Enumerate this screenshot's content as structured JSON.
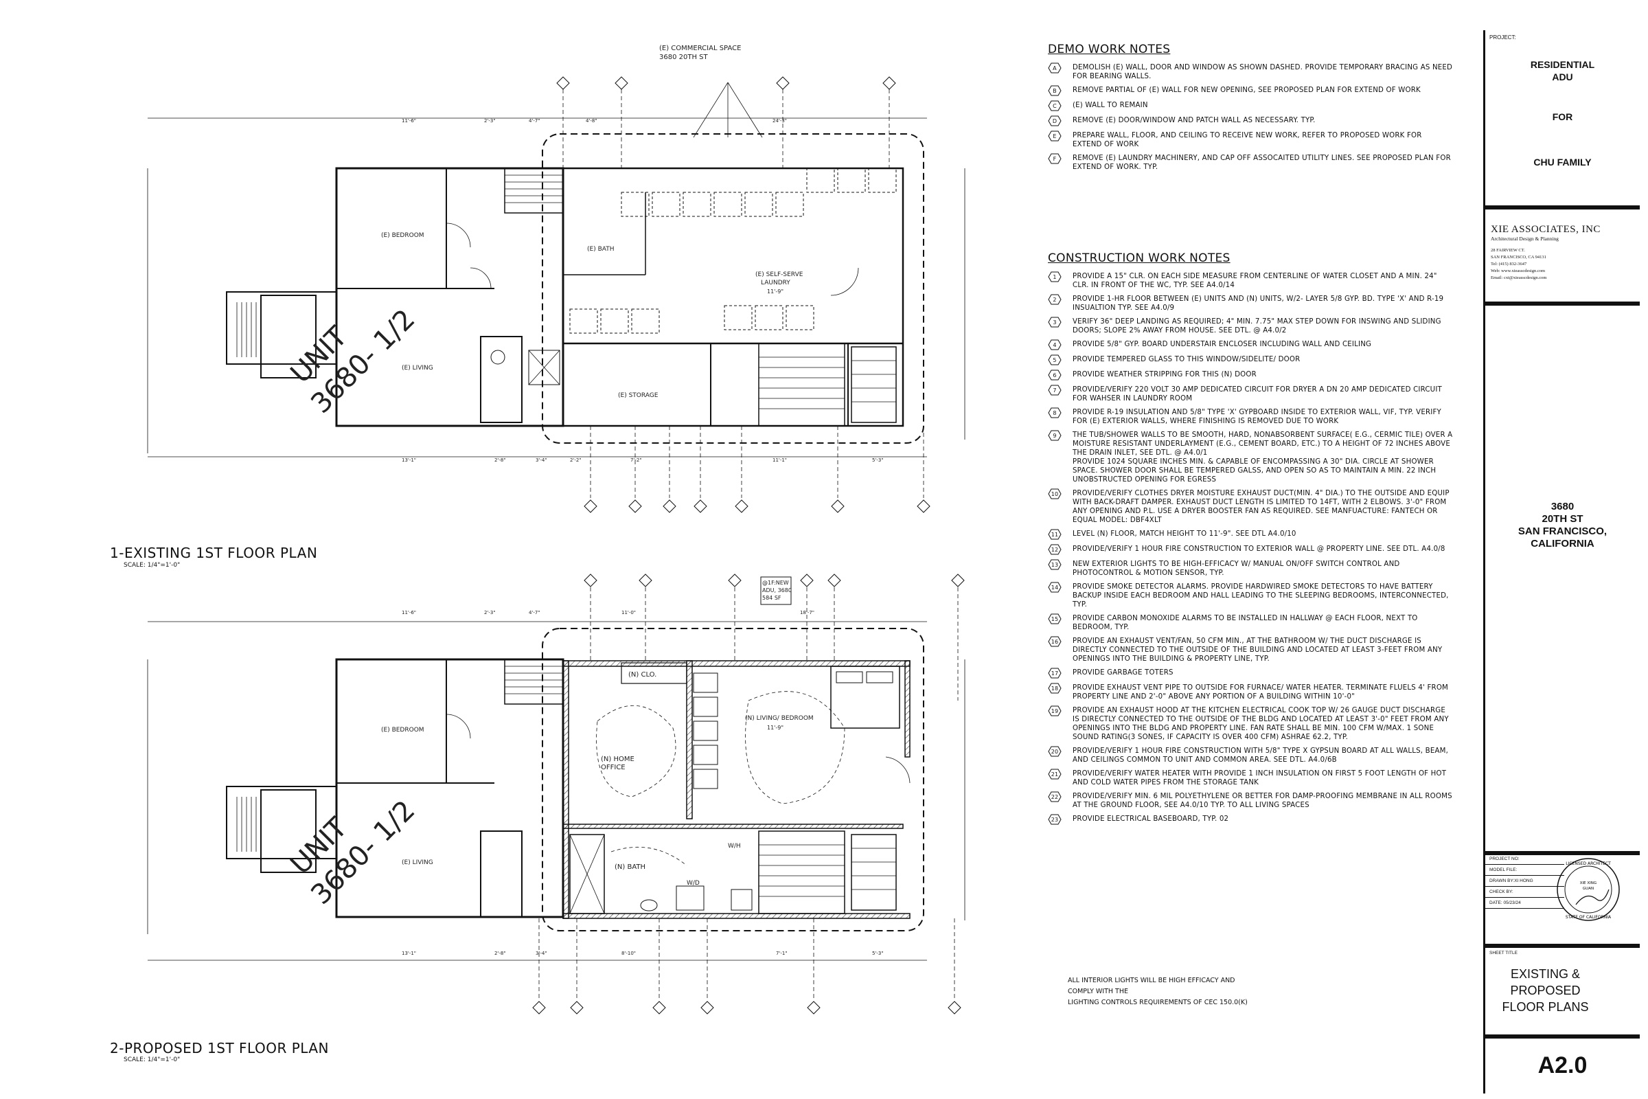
{
  "plans": {
    "existing": {
      "title": "1-EXISTING 1ST FLOOR PLAN",
      "scale": "SCALE: 1/4\"=1'-0\"",
      "commercial_space": "(E) COMMERCIAL SPACE",
      "commercial_address": "3680 20TH ST",
      "rooms": {
        "bedroom": "(E) BEDROOM",
        "living": "(E) LIVING",
        "bath": "(E) BATH",
        "laundry": "(E) SELF-SERVE",
        "laundry2": "LAUNDRY",
        "storage": "(E) STORAGE",
        "height": "11'-9\""
      },
      "unit_label_1": "UNIT",
      "unit_label_2": "3680- 1/2",
      "dims_top": [
        "11'-6\"",
        "2'-3\"",
        "4'-7\"",
        "4'-8\"",
        "24'-3\""
      ],
      "dims_bottom": [
        "13'-1\"",
        "2'-8\"",
        "3'-4\"",
        "2'-2\"",
        "7'-2\"",
        "11'-1\"",
        "5'-3\""
      ]
    },
    "proposed": {
      "title": "2-PROPOSED 1ST FLOOR PLAN",
      "scale": "SCALE: 1/4\"=1'-0\"",
      "adu_tag_1": "@1F:NEW",
      "adu_tag_2": "ADU, 3680",
      "adu_tag_3": "584 SF",
      "rooms": {
        "bedroom": "(E) BEDROOM",
        "living": "(E) LIVING",
        "closet": "(N) CLO.",
        "office": "(N) HOME",
        "office2": "OFFICE",
        "living_bed": "(N) LIVING/ BEDROOM",
        "bath": "(N) BATH",
        "wh": "W/H",
        "wd": "W/D",
        "height": "11'-9\""
      },
      "unit_label_1": "UNIT",
      "unit_label_2": "3680- 1/2",
      "dims_top": [
        "11'-6\"",
        "2'-3\"",
        "4'-7\"",
        "11'-0\"",
        "18'-7\""
      ],
      "dims_bottom": [
        "13'-1\"",
        "2'-8\"",
        "3'-4\"",
        "8'-10\"",
        "7'-1\"",
        "5'-3\""
      ]
    }
  },
  "demo_notes": {
    "title": "DEMO WORK NOTES",
    "items": [
      {
        "key": "A",
        "text": "DEMOLISH (E) WALL, DOOR AND WINDOW AS SHOWN DASHED.  PROVIDE TEMPORARY BRACING AS NEED FOR BEARING WALLS."
      },
      {
        "key": "B",
        "text": "REMOVE PARTIAL OF (E) WALL FOR NEW OPENING, SEE PROPOSED PLAN FOR EXTEND OF WORK"
      },
      {
        "key": "C",
        "text": "(E) WALL TO REMAIN"
      },
      {
        "key": "D",
        "text": "REMOVE (E) DOOR/WINDOW AND PATCH WALL AS NECESSARY. TYP."
      },
      {
        "key": "E",
        "text": "PREPARE WALL, FLOOR, AND CEILING TO RECEIVE NEW WORK, REFER TO PROPOSED WORK FOR EXTEND OF WORK"
      },
      {
        "key": "F",
        "text": "REMOVE (E) LAUNDRY MACHINERY, AND CAP OFF ASSOCAITED UTILITY LINES. SEE PROPOSED PLAN FOR EXTEND OF WORK. TYP."
      }
    ]
  },
  "construction_notes": {
    "title": "CONSTRUCTION WORK NOTES",
    "items": [
      {
        "key": "1",
        "text": "PROVIDE A 15\" CLR. ON EACH SIDE MEASURE FROM CENTERLINE OF WATER CLOSET AND A MIN. 24\" CLR. IN FRONT OF THE WC, TYP. SEE A4.0/14"
      },
      {
        "key": "2",
        "text": "PROVIDE 1-HR FLOOR BETWEEN (E) UNITS AND (N) UNITS, W/2- LAYER 5/8 GYP. BD. TYPE 'X' AND R-19 INSUALTION TYP. SEE A4.0/9"
      },
      {
        "key": "3",
        "text": "VERIFY 36\" DEEP LANDING AS REQUIRED; 4\" MIN. 7.75\" MAX STEP DOWN FOR INSWING AND SLIDING DOORS; SLOPE 2% AWAY FROM HOUSE. SEE DTL. @ A4.0/2"
      },
      {
        "key": "4",
        "text": "PROVIDE 5/8\" GYP. BOARD UNDERSTAIR ENCLOSER INCLUDING WALL AND CEILING"
      },
      {
        "key": "5",
        "text": "PROVIDE TEMPERED GLASS TO THIS WINDOW/SIDELITE/ DOOR"
      },
      {
        "key": "6",
        "text": "PROVIDE WEATHER STRIPPING FOR THIS (N) DOOR"
      },
      {
        "key": "7",
        "text": "PROVIDE/VERIFY 220 VOLT 30 AMP DEDICATED CIRCUIT FOR DRYER A DN 20 AMP DEDICATED CIRCUIT FOR WAHSER IN LAUNDRY ROOM"
      },
      {
        "key": "8",
        "text": "PROVIDE R-19 INSULATION AND 5/8\" TYPE 'X' GYPBOARD INSIDE TO EXTERIOR WALL, VIF, TYP.  VERIFY FOR (E) EXTERIOR WALLS, WHERE FINISHING IS REMOVED DUE TO WORK"
      },
      {
        "key": "9",
        "text": "THE TUB/SHOWER WALLS TO BE SMOOTH, HARD, NONABSORBENT SURFACE( E.G., CERMIC TILE) OVER A MOISTURE RESISTANT UNDERLAYMENT (E.G., CEMENT BOARD, ETC.) TO A HEIGHT OF 72 INCHES ABOVE THE DRAIN INLET, SEE DTL. @ A4.0/1\nPROVIDE 1024 SQUARE INCHES MIN. & CAPABLE OF ENCOMPASSING A 30\" DIA. CIRCLE AT SHOWER SPACE. SHOWER DOOR SHALL BE TEMPERED GALSS, AND OPEN SO AS TO MAINTAIN A MIN. 22 INCH UNOBSTRUCTED OPENING FOR EGRESS"
      },
      {
        "key": "10",
        "text": "PROVIDE/VERIFY CLOTHES DRYER MOISTURE EXHAUST DUCT(MIN. 4\" DIA.) TO THE OUTSIDE AND EQUIP WITH BACK-DRAFT DAMPER. EXHAUST DUCT LENGTH IS LIMITED TO 14FT, WITH 2 ELBOWS. 3'-0\" FROM ANY OPENING AND P.L. USE A DRYER BOOSTER FAN AS REQUIRED. SEE MANFUACTURE: FANTECH OR EQUAL MODEL: DBF4XLT"
      },
      {
        "key": "11",
        "text": "LEVEL (N) FLOOR, MATCH HEIGHT TO 11'-9\". SEE DTL A4.0/10"
      },
      {
        "key": "12",
        "text": "PROVIDE/VERIFY 1 HOUR FIRE CONSTRUCTION TO EXTERIOR WALL @ PROPERTY LINE. SEE DTL. A4.0/8"
      },
      {
        "key": "13",
        "text": "NEW EXTERIOR LIGHTS TO BE HIGH-EFFICACY W/ MANUAL ON/OFF SWITCH CONTROL AND PHOTOCONTROL & MOTION SENSOR, TYP."
      },
      {
        "key": "14",
        "text": "PROVIDE SMOKE DETECTOR  ALARMS. PROVIDE  HARDWIRED SMOKE DETECTORS TO HAVE BATTERY BACKUP INSIDE EACH BEDROOM AND HALL LEADING TO THE SLEEPING BEDROOMS, INTERCONNECTED, TYP."
      },
      {
        "key": "15",
        "text": "PROVIDE CARBON MONOXIDE ALARMS TO BE INSTALLED IN HALLWAY @ EACH FLOOR, NEXT TO BEDROOM, TYP."
      },
      {
        "key": "16",
        "text": "PROVIDE AN EXHAUST VENT/FAN, 50 CFM MIN.,  AT THE BATHROOM W/ THE DUCT DISCHARGE IS DIRECTLY CONNECTED TO THE OUTSIDE OF THE BUILDING AND LOCATED AT LEAST 3-FEET FROM ANY OPENINGS INTO THE BUILDING & PROPERTY LINE, TYP."
      },
      {
        "key": "17",
        "text": "PROVIDE GARBAGE TOTERS"
      },
      {
        "key": "18",
        "text": "PROVIDE  EXHAUST VENT PIPE TO OUTSIDE FOR FURNACE/ WATER HEATER. TERMINATE FLUELS 4' FROM  PROPERTY LINE AND 2'-0\" ABOVE ANY PORTION OF A BUILDING WITHIN 10'-0\""
      },
      {
        "key": "19",
        "text": "PROVIDE AN EXHAUST HOOD AT THE KITCHEN ELECTRICAL COOK TOP W/ 26 GAUGE DUCT DISCHARGE IS DIRECTLY CONNECTED TO THE OUTSIDE OF THE BLDG AND LOCATED AT LEAST 3'-0\" FEET FROM ANY OPENINGS INTO THE BLDG AND PROPERTY LINE. FAN RATE SHALL BE MIN. 100 CFM W/MAX. 1 SONE SOUND RATING(3 SONES, IF CAPACITY IS OVER 400 CFM) ASHRAE 62.2, TYP."
      },
      {
        "key": "20",
        "text": "PROVIDE/VERIFY 1 HOUR FIRE CONSTRUCTION WITH 5/8\" TYPE X GYPSUN BOARD AT ALL WALLS, BEAM, AND CEILINGS COMMON TO UNIT AND COMMON AREA. SEE DTL. A4.0/6B"
      },
      {
        "key": "21",
        "text": "PROVIDE/VERIFY  WATER HEATER WITH PROVIDE 1 INCH INSULATION ON FIRST 5 FOOT LENGTH OF HOT AND COLD WATER PIPES FROM THE STORAGE TANK"
      },
      {
        "key": "22",
        "text": "PROVIDE/VERIFY MIN. 6 MIL POLYETHYLENE OR BETTER FOR DAMP-PROOFING MEMBRANE IN ALL ROOMS AT THE GROUND FLOOR, SEE A4.0/10 TYP. TO ALL LIVING SPACES"
      },
      {
        "key": "23",
        "text": "PROVIDE ELECTRICAL BASEBOARD, TYP. 02"
      }
    ]
  },
  "lighting_note": {
    "line1": "ALL INTERIOR LIGHTS WILL BE HIGH EFFICACY AND",
    "line2": "COMPLY WITH THE",
    "line3": "LIGHTING CONTROLS REQUIREMENTS OF CEC 150.0(K)"
  },
  "title_block": {
    "project_label": "PROJECT:",
    "project_line1": "RESIDENTIAL",
    "project_line2": "ADU",
    "for_label": "FOR",
    "client": "CHU FAMILY",
    "firm_name": "XIE ASSOCIATES, INC",
    "firm_tagline": "Architectural Design & Planning",
    "firm_addr1": "28 FAIRVIEW CT.",
    "firm_addr2": "SAN FRANCISCO, CA 94131",
    "firm_tel": "Tel: (415) 832-3647",
    "firm_web": "Web: www.xieasscdesign.com",
    "firm_email": "Email: cxt@xieasscdesign.com",
    "address1": "3680",
    "address2": "20TH ST",
    "address3": "SAN FRANCISCO,",
    "address4": "CALIFORNIA",
    "project_no": "PROJECT NO:",
    "model_file": "MODEL FILE:",
    "drawn_by": "DRAWN BY:XI HONG",
    "check_by": "CHECK BY:",
    "date": "DATE: 05/23/24",
    "sheet_title_label": "SHEET TITLE",
    "sheet_title1": "EXISTING &",
    "sheet_title2": "PROPOSED",
    "sheet_title3": "FLOOR PLANS",
    "sheet_number": "A2.0",
    "stamp_line1": "LICENSED ARCHITECT",
    "stamp_line2": "XIE XING",
    "stamp_line3": "GUAN",
    "stamp_line4": "STATE OF CALIFORNIA"
  }
}
